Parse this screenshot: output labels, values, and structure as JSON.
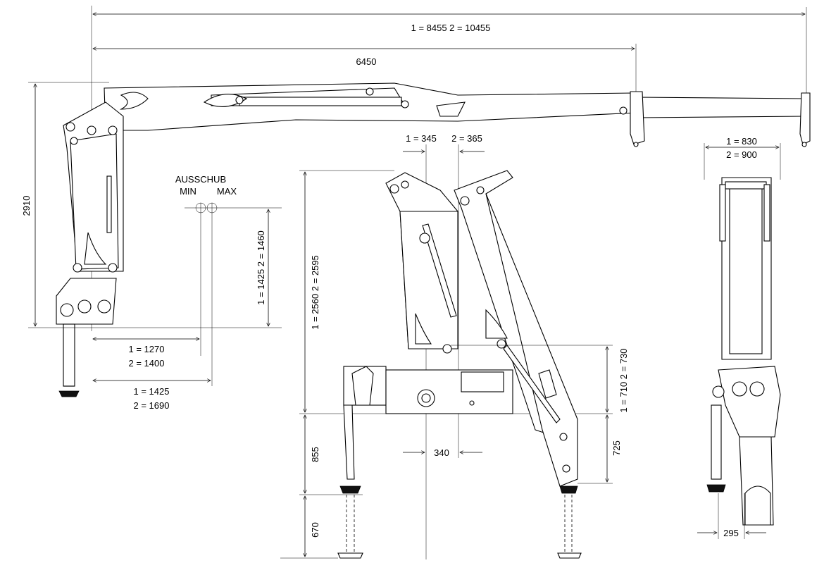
{
  "diagram": {
    "overall_length": "1 = 8455  2 = 10455",
    "boom_length": "6450",
    "height_total": "2910",
    "stroke_label_top": "AUSSCHUB",
    "stroke_min": "MIN",
    "stroke_max": "MAX",
    "height_pos1_pos2": "1 = 1425  2 = 1460",
    "reach_min_1": "1 = 1270",
    "reach_min_2": "2 = 1400",
    "reach_max_1": "1 = 1425",
    "reach_max_2": "2 = 1690",
    "column_offset_1": "1 = 345",
    "column_offset_2": "2 = 365",
    "folded_height": "1 = 2560  2 = 2595",
    "base_width_center": "340",
    "pivot_height": "1 = 710  2 = 730",
    "base_height": "725",
    "leg_height": "855",
    "leg_extension": "670",
    "side_width_1": "1 = 830",
    "side_width_2": "2 = 900",
    "side_leg_offset": "295"
  }
}
